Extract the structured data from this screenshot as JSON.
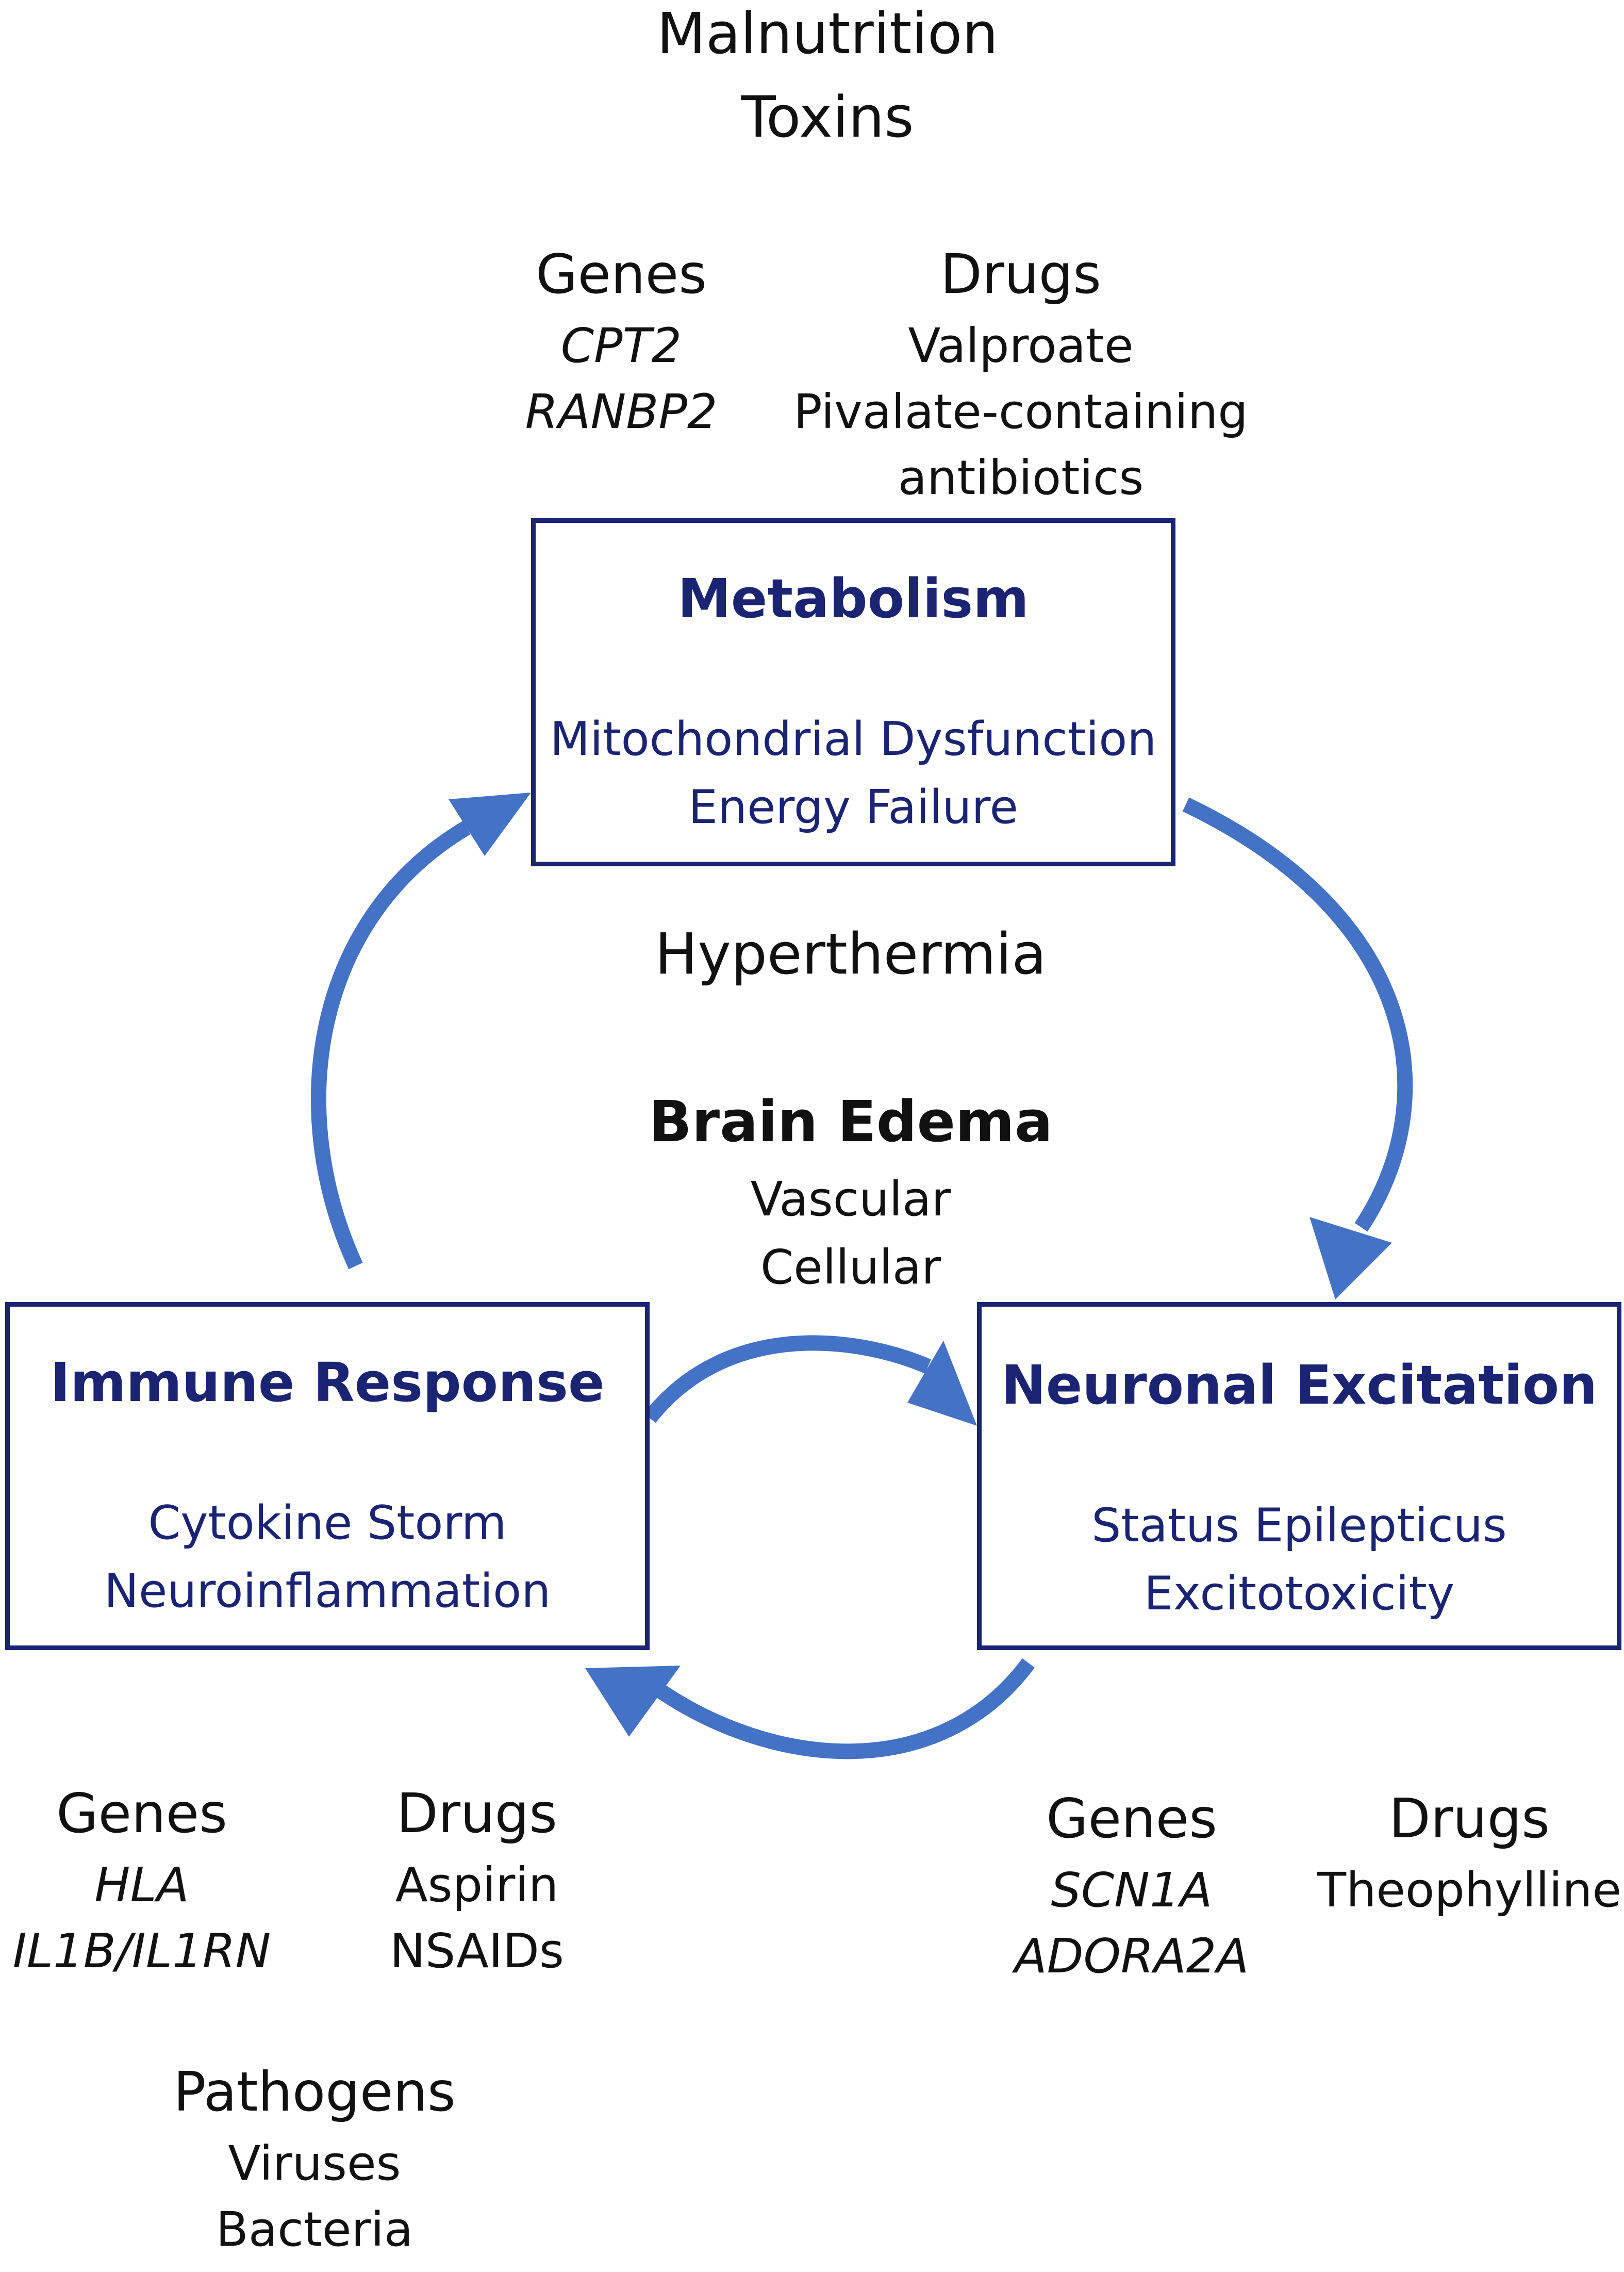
{
  "top_factors": [
    "Malnutrition",
    "Toxins"
  ],
  "metabolism_modifiers": {
    "genes": {
      "title": "Genes",
      "items": [
        "CPT2",
        "RANBP2"
      ]
    },
    "drugs": {
      "title": "Drugs",
      "items": [
        "Valproate",
        "Pivalate-containing",
        "antibiotics"
      ]
    }
  },
  "boxes": {
    "metabolism": {
      "title": "Metabolism",
      "lines": [
        "Mitochondrial Dysfunction",
        "Energy Failure"
      ]
    },
    "immune": {
      "title": "Immune Response",
      "lines": [
        "Cytokine Storm",
        "Neuroinflammation"
      ]
    },
    "neuronal": {
      "title": "Neuronal Excitation",
      "lines": [
        "Status Epilepticus",
        "Excitotoxicity"
      ]
    }
  },
  "center": {
    "hyperthermia": "Hyperthermia",
    "edema_title": "Brain Edema",
    "edema_items": [
      "Vascular",
      "Cellular"
    ]
  },
  "immune_modifiers": {
    "genes": {
      "title": "Genes",
      "items": [
        "HLA",
        "IL1B/IL1RN"
      ]
    },
    "drugs": {
      "title": "Drugs",
      "items": [
        "Aspirin",
        "NSAIDs"
      ]
    },
    "pathogens": {
      "title": "Pathogens",
      "items": [
        "Viruses",
        "Bacteria"
      ]
    }
  },
  "neuronal_modifiers": {
    "genes": {
      "title": "Genes",
      "items": [
        "SCN1A",
        "ADORA2A"
      ]
    },
    "drugs": {
      "title": "Drugs",
      "items": [
        "Theophylline"
      ]
    }
  },
  "colors": {
    "box_border": "#1a2472",
    "box_text": "#1a2472",
    "arrow": "#4472c4",
    "text": "#111111"
  }
}
